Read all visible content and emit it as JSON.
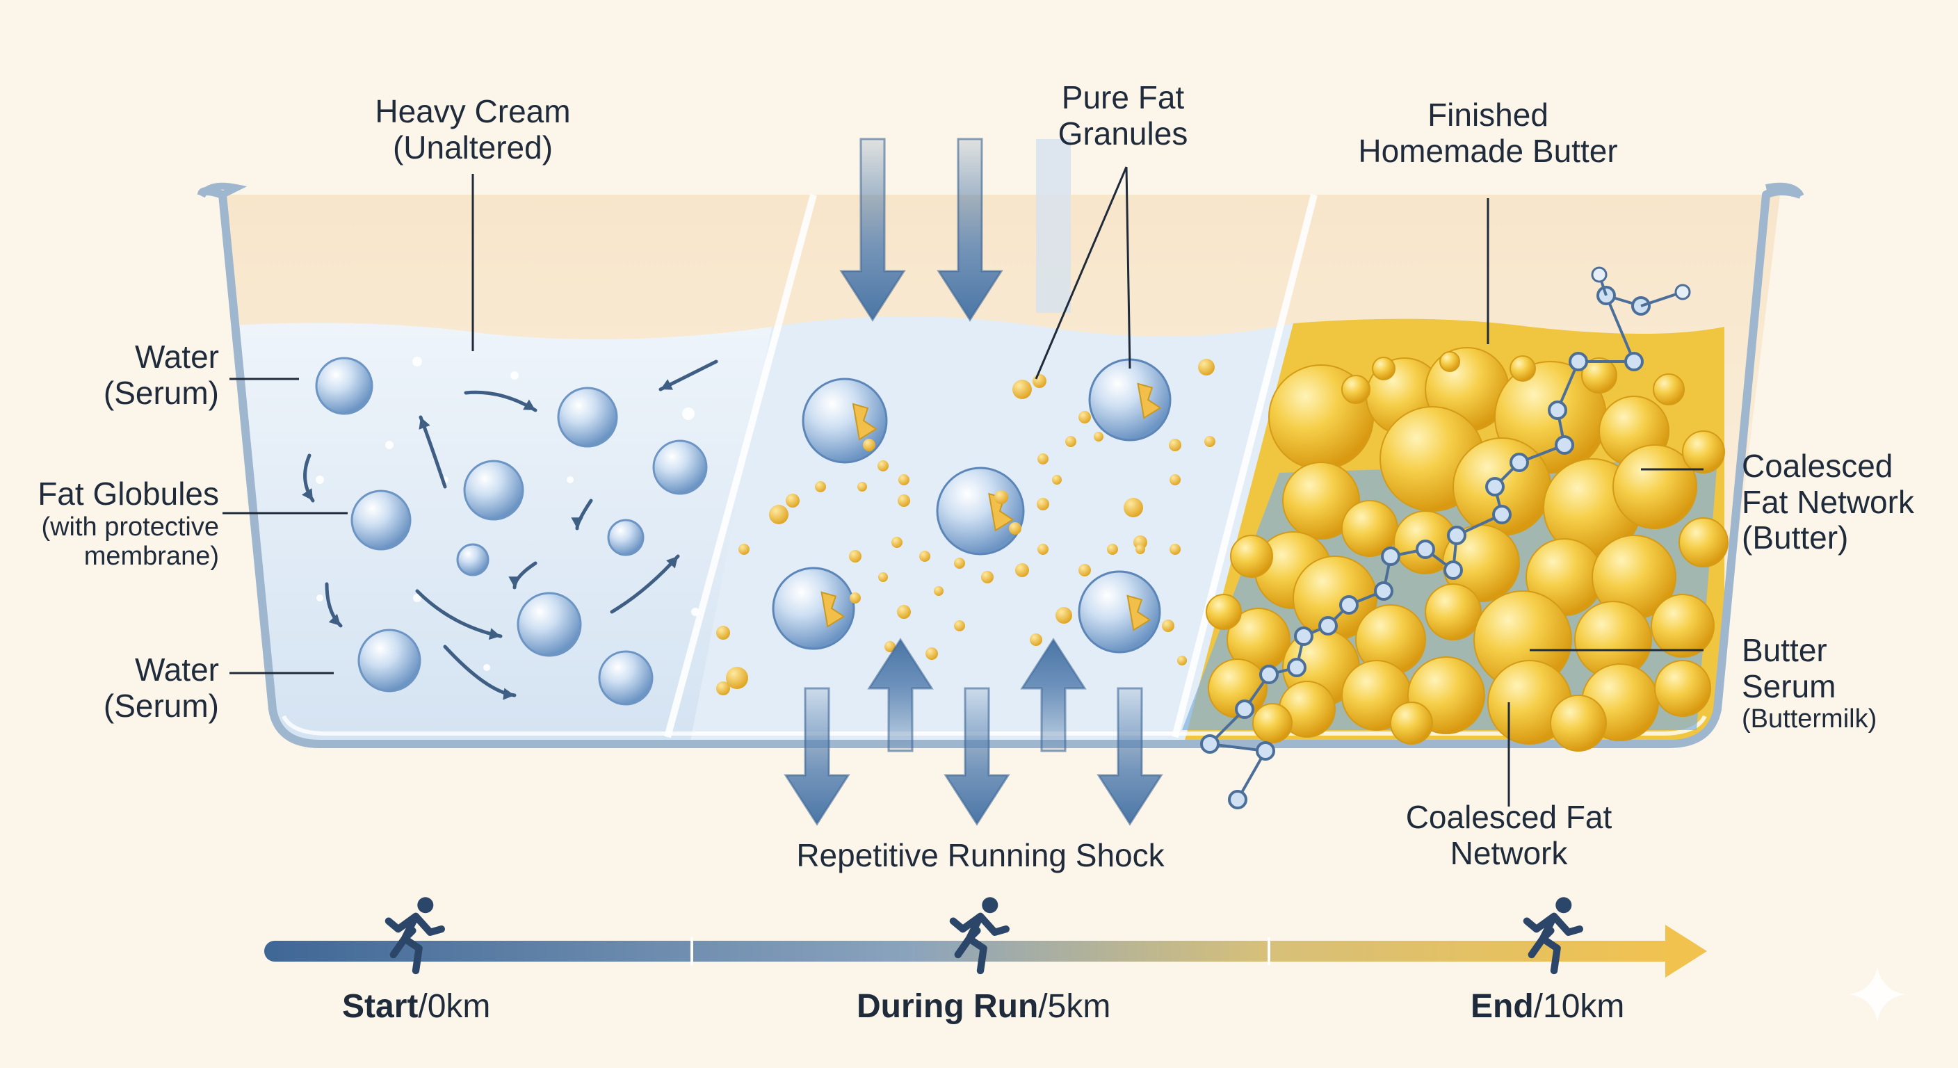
{
  "labels": {
    "heavy_cream": [
      "Heavy Cream",
      "(Unaltered)"
    ],
    "water_top": [
      "Water",
      "(Serum)"
    ],
    "fat_globules": [
      "Fat Globules",
      "(with protective",
      "membrane)"
    ],
    "water_bottom": [
      "Water",
      "(Serum)"
    ],
    "pure_fat": [
      "Pure Fat",
      "Granules"
    ],
    "running_shock": "Repetitive Running Shock",
    "finished_butter": [
      "Finished",
      "Homemade Butter"
    ],
    "coalesced_right": [
      "Coalesced",
      "Fat Network",
      "(Butter)"
    ],
    "butter_serum": [
      "Butter",
      "Serum",
      "(Buttermilk)"
    ],
    "coalesced_bottom": [
      "Coalesced Fat",
      "Network"
    ]
  },
  "timeline": {
    "start": {
      "bold": "Start",
      "rest": "/0km"
    },
    "middle": {
      "bold": "During Run",
      "rest": "/5km"
    },
    "end": {
      "bold": "End",
      "rest": "/10km"
    }
  },
  "colors": {
    "bar_start": "#3f6796",
    "bar_end": "#f2c24e",
    "cream": "#dbe8f4",
    "butter": "#f4c430",
    "globule": "#a9c7e8",
    "arrow": "#4b76a6"
  },
  "icons": [
    "runner-icon",
    "runner-icon",
    "runner-icon",
    "sparkle-icon"
  ]
}
